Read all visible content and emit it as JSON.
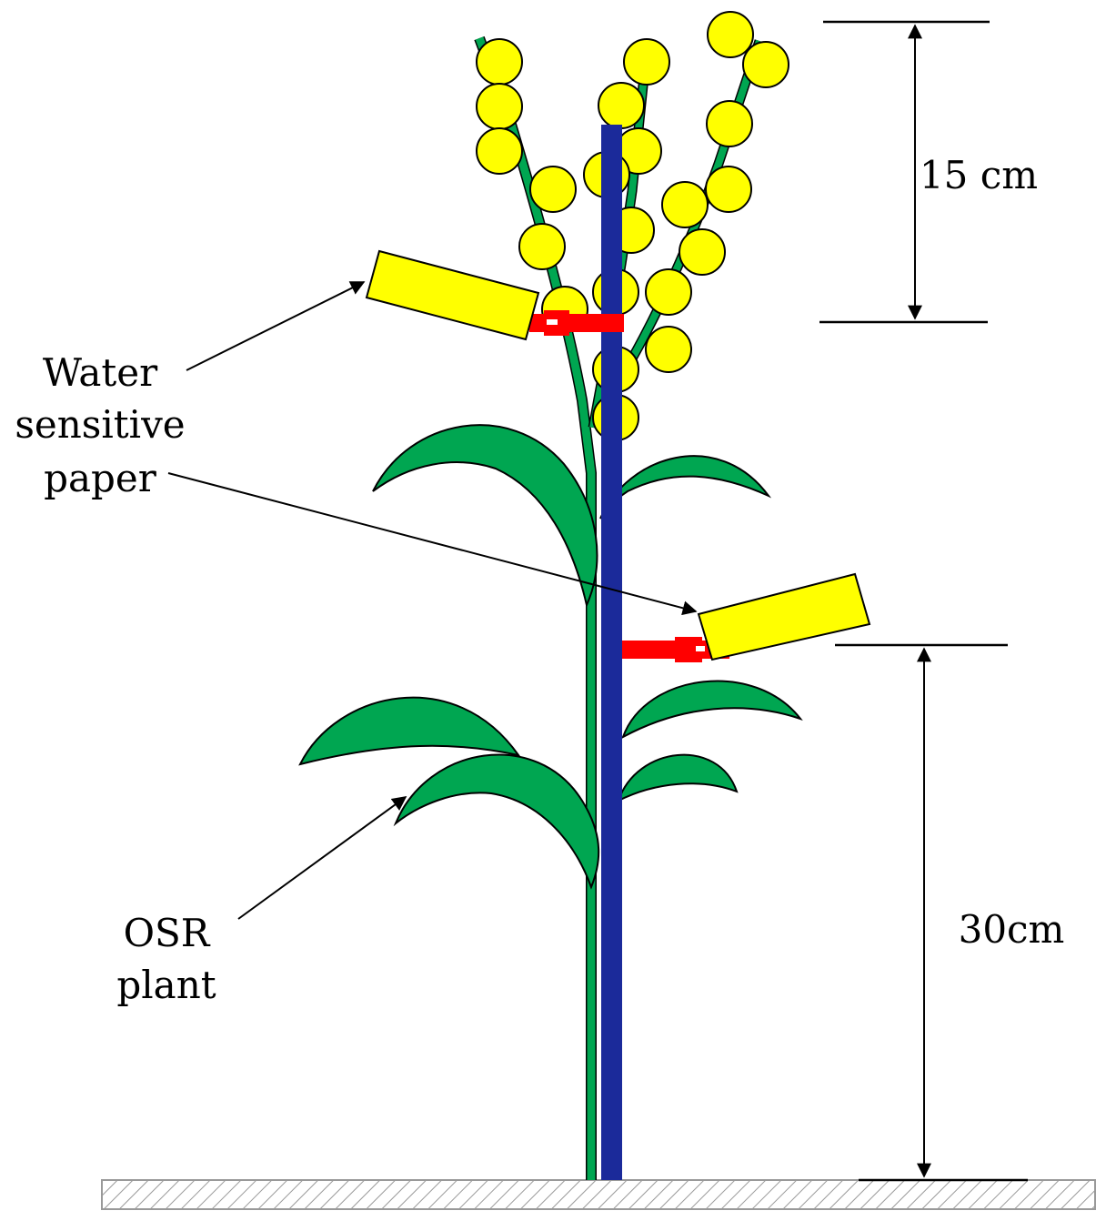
{
  "labels": {
    "wsp_line1": "Water",
    "wsp_line2": "sensitive",
    "wsp_line3": "paper",
    "osr_line1": "OSR",
    "osr_line2": "plant",
    "dim_top": "15 cm",
    "dim_bottom": "30cm"
  },
  "colors": {
    "leaf": "#00a651",
    "flower": "#ffff00",
    "pole": "#1b2a9a",
    "clip": "#ff0000",
    "paper": "#ffff00",
    "ground_hatch": "#999999"
  },
  "icons": {
    "flower": "yellow-circle",
    "leaf": "green-crescent"
  }
}
